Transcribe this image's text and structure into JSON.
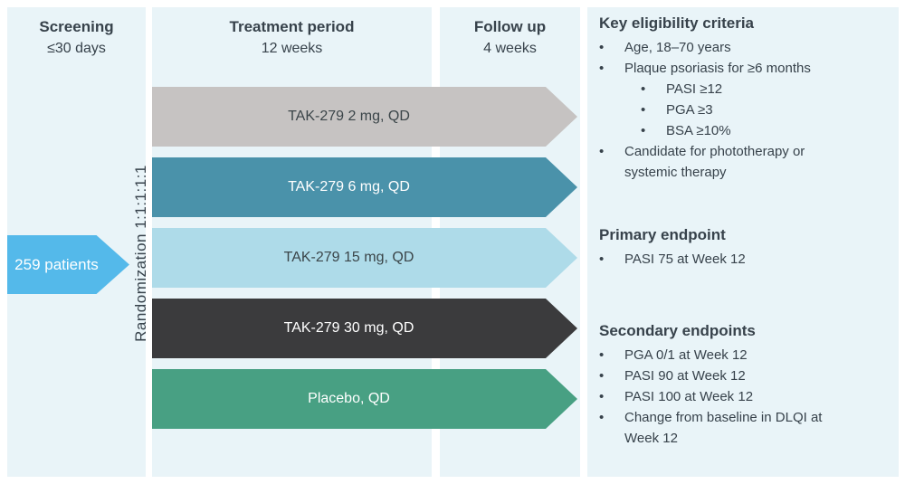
{
  "columns": [
    {
      "title": "Screening",
      "subtitle": "≤30 days"
    },
    {
      "title": "Treatment period",
      "subtitle": "12 weeks"
    },
    {
      "title": "Follow up",
      "subtitle": "4 weeks"
    }
  ],
  "patients_arrow": {
    "label": "259 patients"
  },
  "randomization_label": "Randomization 1:1:1:1:1",
  "arms": [
    {
      "label": "TAK-279 2 mg, QD",
      "color": "#c6c3c2",
      "text_color": "#3b4549"
    },
    {
      "label": "TAK-279 6 mg, QD",
      "color": "#4a92aa",
      "text_color": "#ffffff"
    },
    {
      "label": "TAK-279 15 mg, QD",
      "color": "#aedbe9",
      "text_color": "#3b4549"
    },
    {
      "label": "TAK-279 30 mg, QD",
      "color": "#3b3b3d",
      "text_color": "#ffffff"
    },
    {
      "label": "Placebo, QD",
      "color": "#48a083",
      "text_color": "#ffffff"
    }
  ],
  "info_sections": [
    {
      "heading": "Key eligibility criteria",
      "items": [
        {
          "text": "Age, 18–70 years",
          "level": 1
        },
        {
          "text": "Plaque psoriasis for ≥6 months",
          "level": 1
        },
        {
          "text": "PASI ≥12",
          "level": 2
        },
        {
          "text": "PGA ≥3",
          "level": 2
        },
        {
          "text": "BSA ≥10%",
          "level": 2
        },
        {
          "text": "Candidate for phototherapy or systemic therapy",
          "level": 1
        }
      ]
    },
    {
      "heading": "Primary endpoint",
      "items": [
        {
          "text": "PASI 75 at Week 12",
          "level": 1
        }
      ]
    },
    {
      "heading": "Secondary endpoints",
      "items": [
        {
          "text": "PGA 0/1 at Week 12",
          "level": 1
        },
        {
          "text": "PASI 90 at Week 12",
          "level": 1
        },
        {
          "text": "PASI 100 at Week 12",
          "level": 1
        },
        {
          "text": "Change from baseline in DLQI at Week 12",
          "level": 1
        }
      ]
    }
  ],
  "colors": {
    "panel_background": "#e9f4f8",
    "page_background": "#ffffff",
    "text": "#37424b",
    "patients_arrow": "#54b9ea",
    "bullet": "#37424b"
  },
  "bullet_glyph": "•"
}
